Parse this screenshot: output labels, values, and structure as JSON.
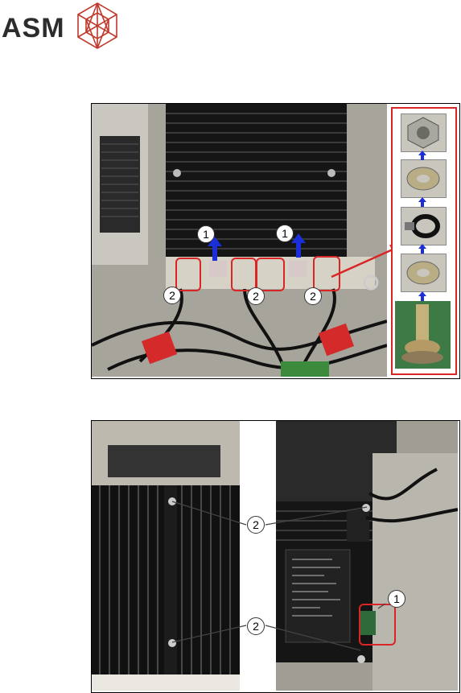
{
  "brand": {
    "name": "ASM",
    "color": "#2c2c2c",
    "accent": "#c0392b"
  },
  "figure_top": {
    "callout_1": "1",
    "callout_2": "2"
  },
  "figure_bottom": {
    "callout_1": "1",
    "callout_2": "2"
  },
  "colors": {
    "highlight": "#d92525",
    "arrow": "#1a2fd8"
  }
}
